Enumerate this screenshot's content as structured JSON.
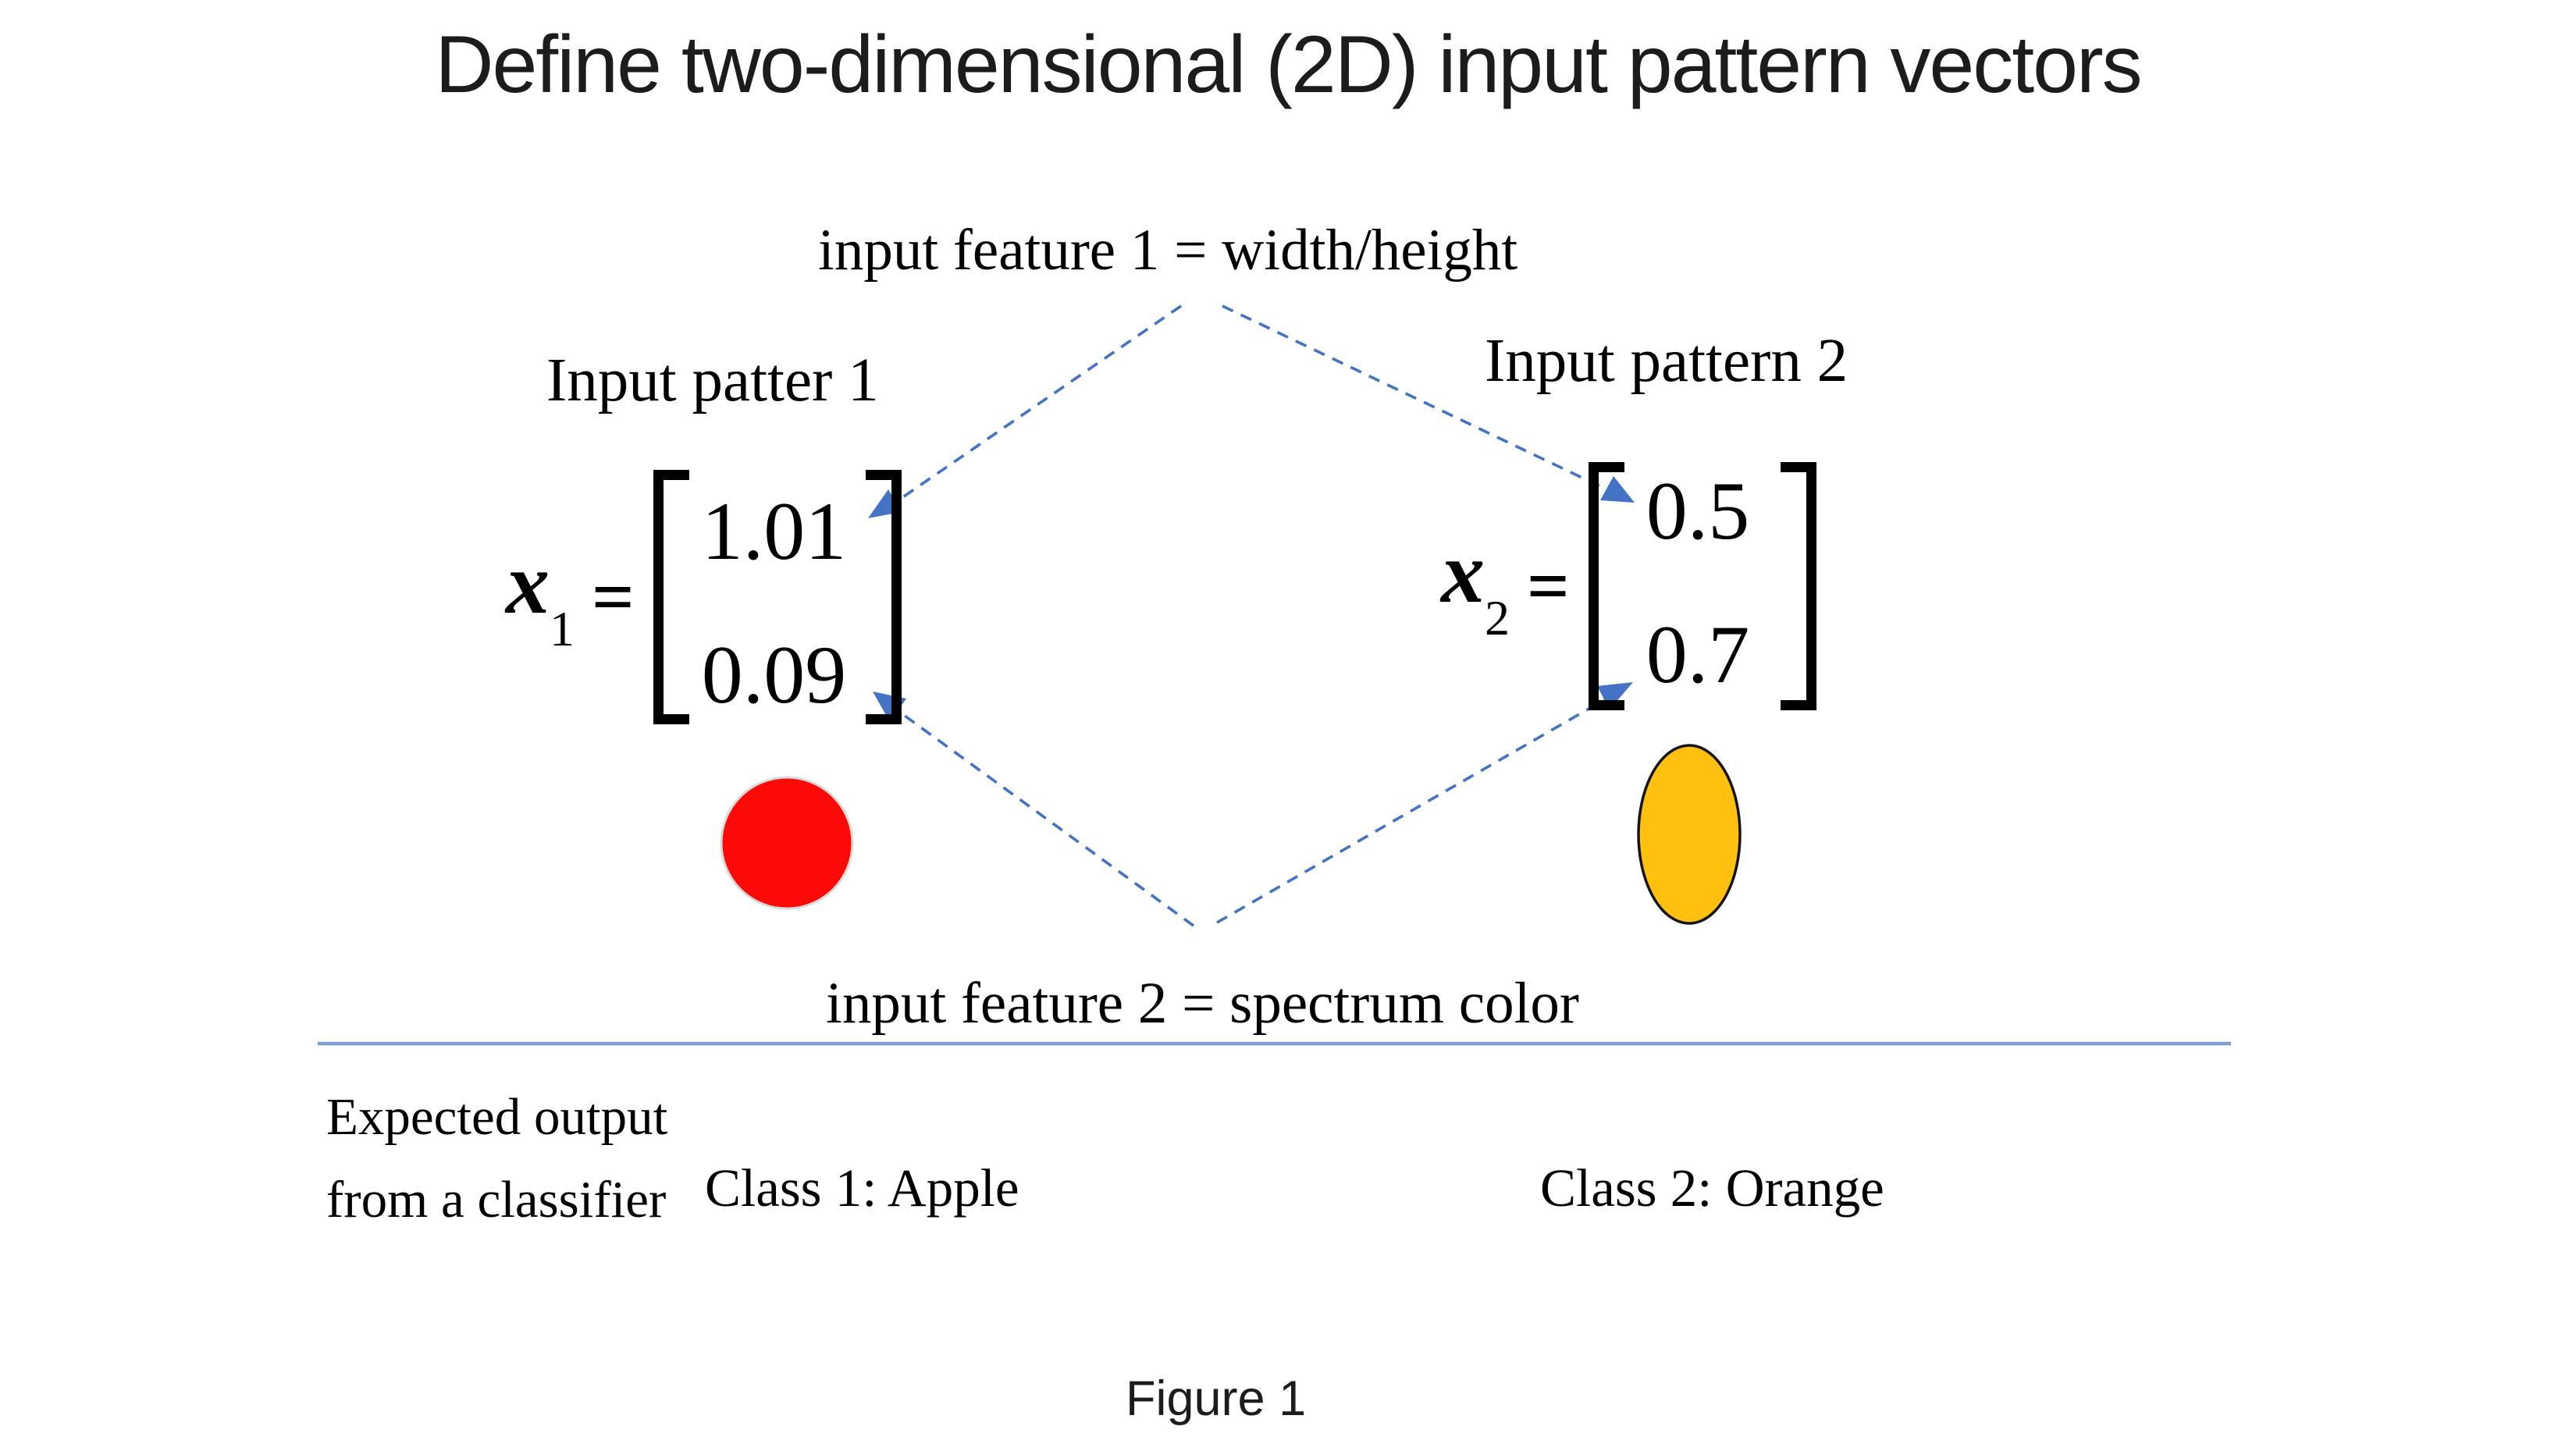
{
  "title": "Define two-dimensional (2D) input pattern vectors",
  "feature1_label": "input feature 1 = width/height",
  "feature2_label": "input feature 2 = spectrum color",
  "pattern1": {
    "label": "Input patter 1",
    "var": "x",
    "sub": "1",
    "eq": "=",
    "values": [
      "1.01",
      "0.09"
    ],
    "class_label": "Class 1: Apple",
    "shape": "red-apple-circle"
  },
  "pattern2": {
    "label": "Input pattern 2",
    "var": "x",
    "sub": "2",
    "eq": "=",
    "values": [
      "0.5",
      "0.7"
    ],
    "class_label": "Class 2: Orange",
    "shape": "orange-fruit-ellipse"
  },
  "expected_output_label": "Expected output from a classifier",
  "figure_caption": "Figure 1",
  "colors": {
    "arrow": "#4472C4",
    "divider": "#7D9DD6",
    "apple_fill": "#FB0A07",
    "orange_fill": "#FFC010"
  }
}
